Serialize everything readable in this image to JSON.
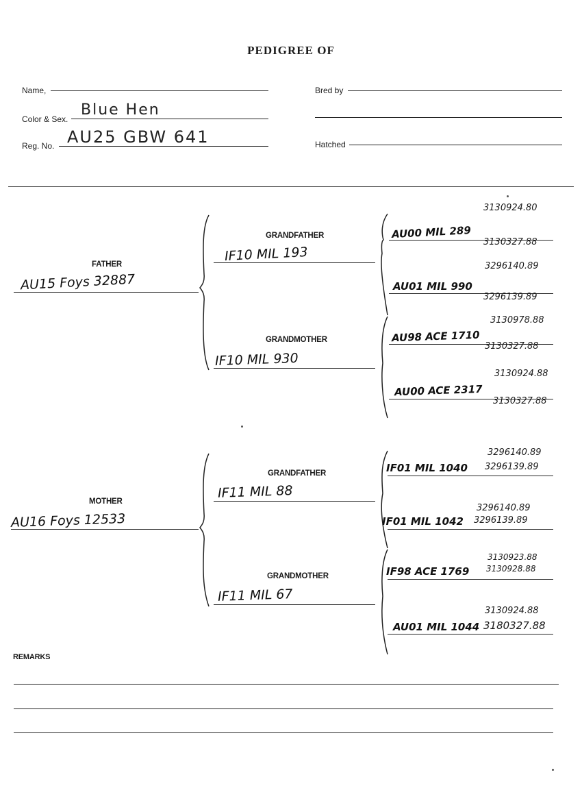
{
  "title": "PEDIGREE OF",
  "header": {
    "name_label": "Name,",
    "color_sex_label": "Color & Sex.",
    "color_sex_value": "Blue Hen",
    "reg_no_label": "Reg. No.",
    "reg_no_value": "AU25 GBW 641",
    "bred_by_label": "Bred by",
    "hatched_label": "Hatched"
  },
  "father": {
    "label": "FATHER",
    "band": "AU15 Foys 32887"
  },
  "mother": {
    "label": "MOTHER",
    "band": "AU16 Foys 12533"
  },
  "paternal": {
    "grandfather": {
      "label": "GRANDFATHER",
      "band": "IF10 MIL 193"
    },
    "grandmother": {
      "label": "GRANDMOTHER",
      "band": "IF10 MIL 930"
    },
    "ggp": [
      {
        "band": "AU00 MIL 289",
        "top": "3130924.80",
        "bottom": "3130327.88"
      },
      {
        "band": "AU01 MIL 990",
        "top": "3296140.89",
        "bottom": "3296139.89"
      },
      {
        "band": "AU98 ACE 1710",
        "top": "3130978.88",
        "bottom": "3130327.88"
      },
      {
        "band": "AU00 ACE 2317",
        "top": "3130924.88",
        "bottom": "3130327.88"
      }
    ]
  },
  "maternal": {
    "grandfather": {
      "label": "GRANDFATHER",
      "band": "IF11 MIL 88"
    },
    "grandmother": {
      "label": "GRANDMOTHER",
      "band": "IF11 MIL 67"
    },
    "ggp": [
      {
        "band": "IF01 MIL 1040",
        "top": "3296140.89",
        "bottom": "3296139.89"
      },
      {
        "band": "IF01 MIL 1042",
        "top": "3296140.89",
        "bottom": "3296139.89"
      },
      {
        "band": "IF98 ACE 1769",
        "top": "3130923.88",
        "bottom": "3130928.88"
      },
      {
        "band": "AU01 MIL 1044",
        "top": "3130924.88",
        "bottom": "3180327.88"
      }
    ]
  },
  "remarks_label": "REMARKS"
}
